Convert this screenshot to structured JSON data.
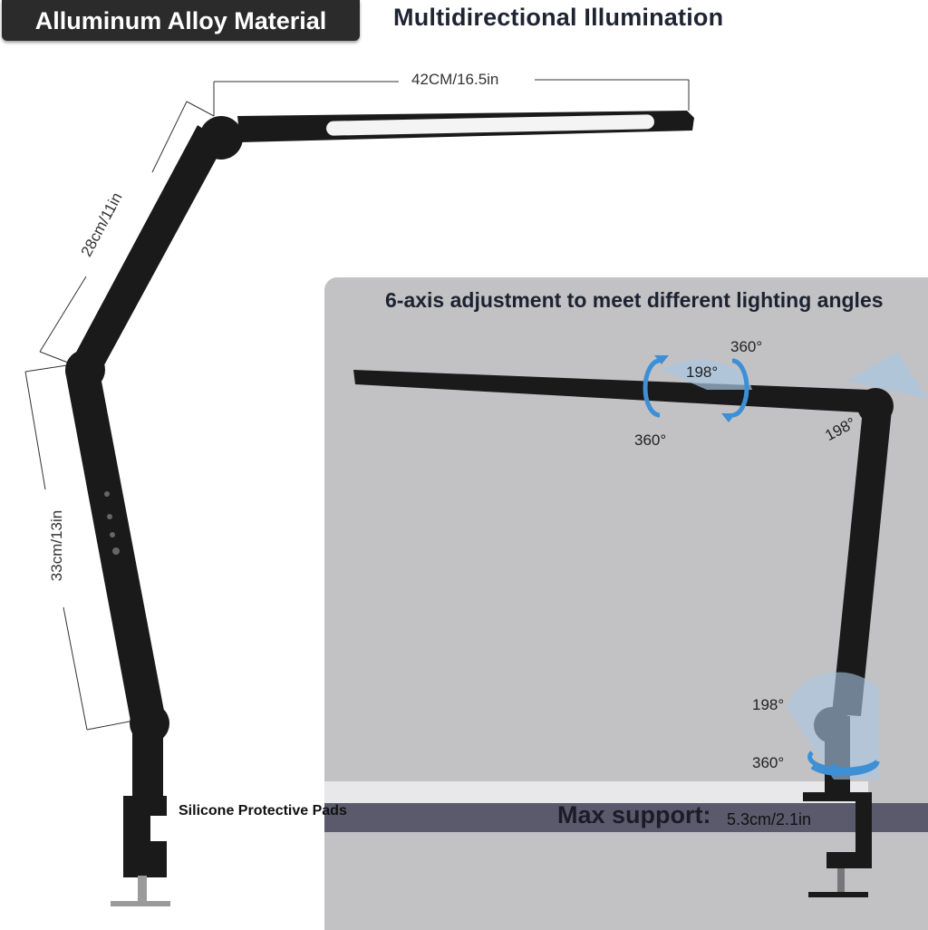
{
  "header": {
    "badge_label": "Alluminum Alloy Material",
    "title": "Multidirectional Illumination"
  },
  "dimensions": {
    "head_length": "42CM/16.5in",
    "upper_arm": "28cm/11in",
    "lower_arm": "33cm/13in"
  },
  "panel": {
    "title": "6-axis adjustment to meet different lighting angles",
    "angles": {
      "top_rotation": "360°",
      "head_tilt": "198°",
      "bottom_rotation": "360°",
      "elbow": "198°",
      "base_tilt": "198°",
      "base_rotation": "360°"
    },
    "max_support_label": "Max support:",
    "max_support_value": "5.3cm/2.1in"
  },
  "labels": {
    "pads": "Silicone Protective Pads"
  },
  "colors": {
    "lamp_body": "#1a1a1a",
    "panel_bg": "#c2c2c4",
    "badge_bg": "#2b2b2b",
    "arrow_blue": "#3d8fd6",
    "desk_band": "#5b5a6d"
  }
}
